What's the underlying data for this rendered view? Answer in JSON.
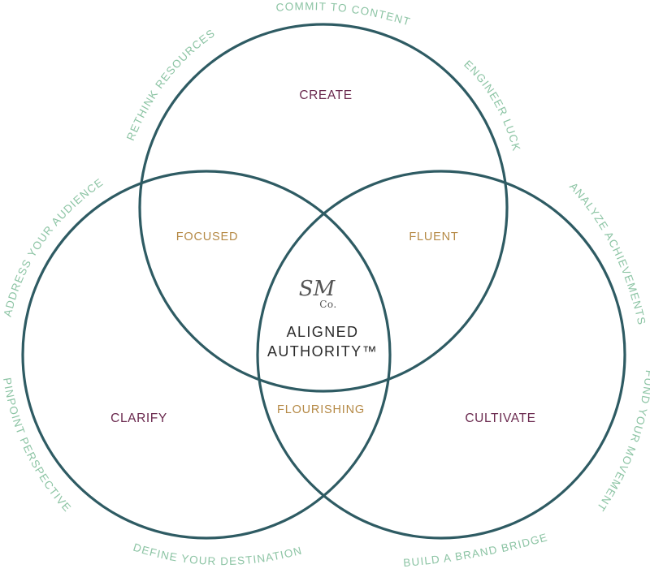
{
  "diagram": {
    "type": "venn",
    "colors": {
      "circle_stroke": "#2e5b63",
      "primary_label": "#6b2a4f",
      "overlap_label": "#b58945",
      "outer_label": "#8cc4a4",
      "center_text": "#2b2b2b",
      "logo": "#555555"
    },
    "circles": [
      {
        "name": "CREATE"
      },
      {
        "name": "CLARIFY"
      },
      {
        "name": "CULTIVATE"
      }
    ],
    "overlaps": {
      "create_clarify": "FOCUSED",
      "create_cultivate": "FLUENT",
      "clarify_cultivate": "FLOURISHING"
    },
    "center": {
      "logo_main": "SM",
      "logo_sub": "Co.",
      "title_line1": "ALIGNED",
      "title_line2": "AUTHORITY™"
    },
    "outer_labels": {
      "commit_to_content": "COMMIT TO CONTENT",
      "engineer_luck": "ENGINEER LUCK",
      "rethink_resources": "RETHINK RESOURCES",
      "address_your_audience": "ADDRESS YOUR AUDIENCE",
      "pinpoint_perspective": "PINPOINT PERSPECTIVE",
      "define_your_destination": "DEFINE YOUR DESTINATION",
      "build_a_brand_bridge": "BUILD A BRAND BRIDGE",
      "fund_your_movement": "FUND YOUR MOVEMENT",
      "analyze_achievements": "ANALYZE ACHIEVEMENTS"
    }
  }
}
